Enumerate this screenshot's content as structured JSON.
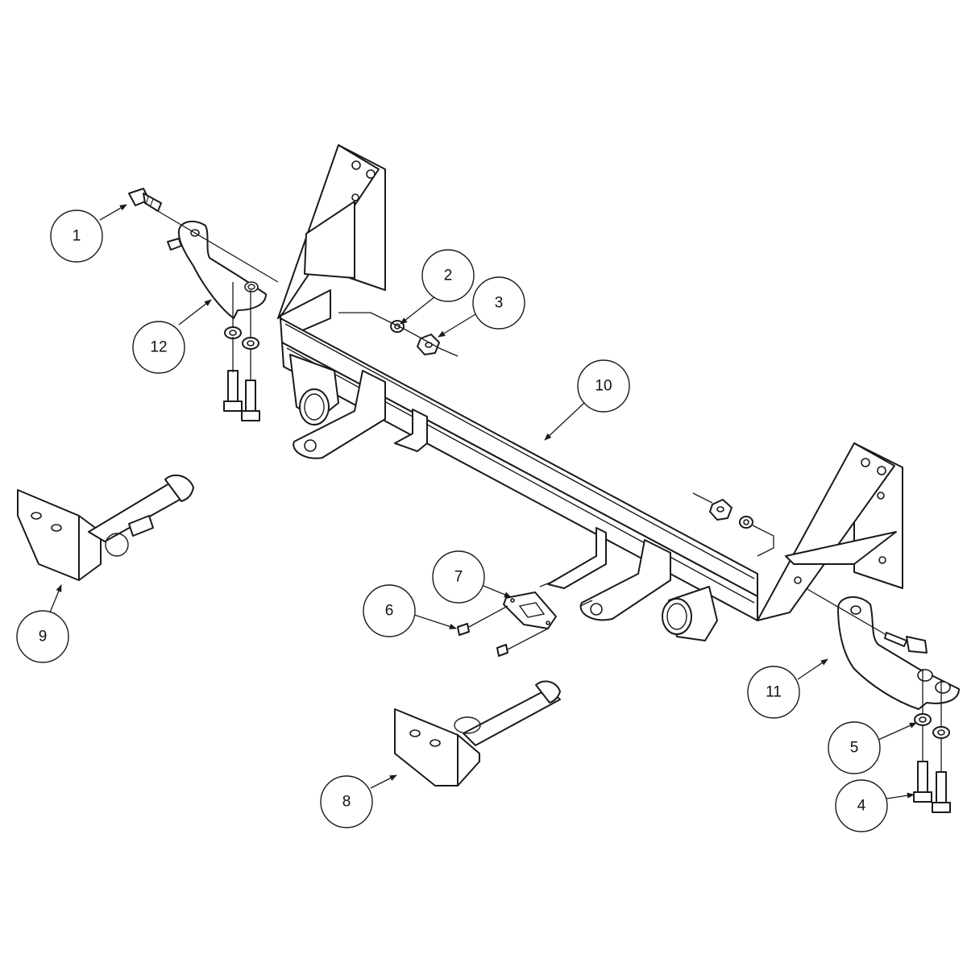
{
  "colors": {
    "line": "#1a1a1a",
    "background": "#ffffff"
  },
  "callouts": [
    {
      "id": "c1",
      "label": "1"
    },
    {
      "id": "c2",
      "label": "2"
    },
    {
      "id": "c3",
      "label": "3"
    },
    {
      "id": "c4",
      "label": "4"
    },
    {
      "id": "c5",
      "label": "5"
    },
    {
      "id": "c6",
      "label": "6"
    },
    {
      "id": "c7",
      "label": "7"
    },
    {
      "id": "c8",
      "label": "8"
    },
    {
      "id": "c9",
      "label": "9"
    },
    {
      "id": "c10",
      "label": "10"
    },
    {
      "id": "c11",
      "label": "11"
    },
    {
      "id": "c12",
      "label": "12"
    }
  ]
}
